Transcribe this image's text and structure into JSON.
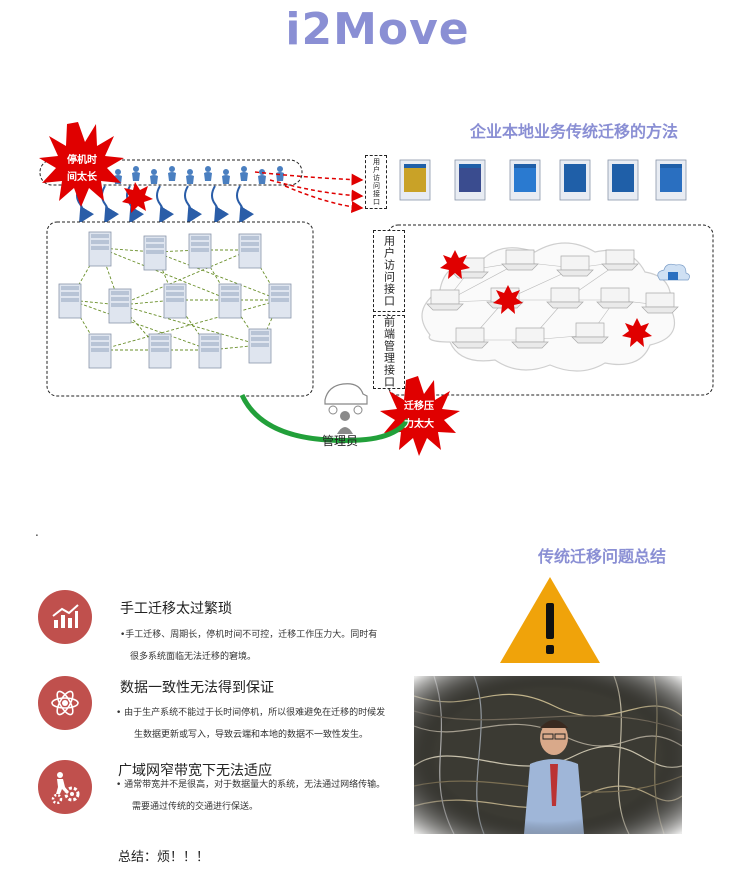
{
  "page": {
    "title": "i2Move"
  },
  "diagram": {
    "subtitle": "企业本地业务传统迁移的方法",
    "callouts": {
      "downtime_line1": "停机时",
      "downtime_line2": "间太长",
      "pressure_line1": "迁移压",
      "pressure_line2": "力太大"
    },
    "user_access_small": "用户访问接口",
    "user_access": "用户访问接口",
    "frontend_mgmt": "前端管理接口",
    "admin_label": "管理员"
  },
  "dot": ".",
  "summary_section": {
    "title": "传统迁移问题总结",
    "items": [
      {
        "icon": "chart-icon",
        "title": "手工迁移太过繁琐",
        "body_line1": "•手工迁移、周期长，停机时间不可控，迁移工作压力大。同时有",
        "body_line2": "很多系统面临无法迁移的窘境。"
      },
      {
        "icon": "atom-icon",
        "title": "数据一致性无法得到保证",
        "body_line1": "• 由于生产系统不能过于长时间停机，所以很难避免在迁移的时候发",
        "body_line2": "生数据更新或写入，导致云端和本地的数据不一致性发生。"
      },
      {
        "icon": "person-gears-icon",
        "title": "广域网窄带宽下无法适应",
        "body_line1": "• 通常带宽并不是很高，对于数据量大的系统，无法通过网络传输。",
        "body_line2": "需要通过传统的交通进行保送。"
      }
    ],
    "conclusion": "总结：烦！！！"
  },
  "colors": {
    "accent": "#8a8fd4",
    "badge": "#c0504d",
    "warning": "#f0a30a",
    "burst": "#e00000",
    "admin_line": "#22a03a",
    "server_blue": "#1f5fa8"
  }
}
